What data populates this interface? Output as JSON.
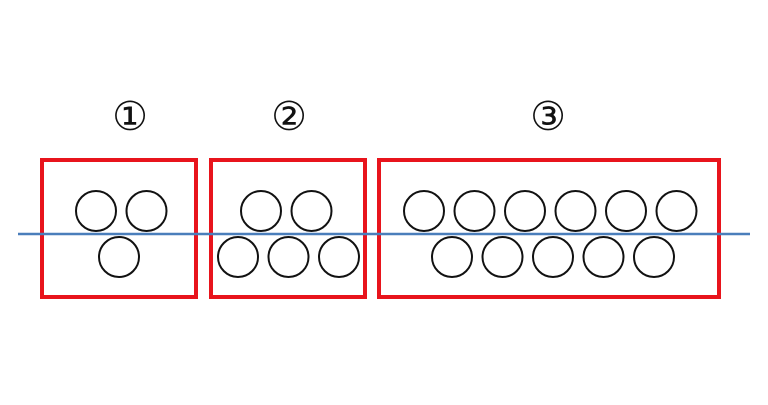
{
  "colors": {
    "box": "#e8141c",
    "line": "#4a7ebb",
    "circle": "#111111",
    "background": "#ffffff"
  },
  "groups": [
    {
      "label": "①",
      "top_row_count": 2,
      "bottom_row_count": 1
    },
    {
      "label": "②",
      "top_row_count": 2,
      "bottom_row_count": 3
    },
    {
      "label": "③",
      "top_row_count": 6,
      "bottom_row_count": 5
    }
  ]
}
